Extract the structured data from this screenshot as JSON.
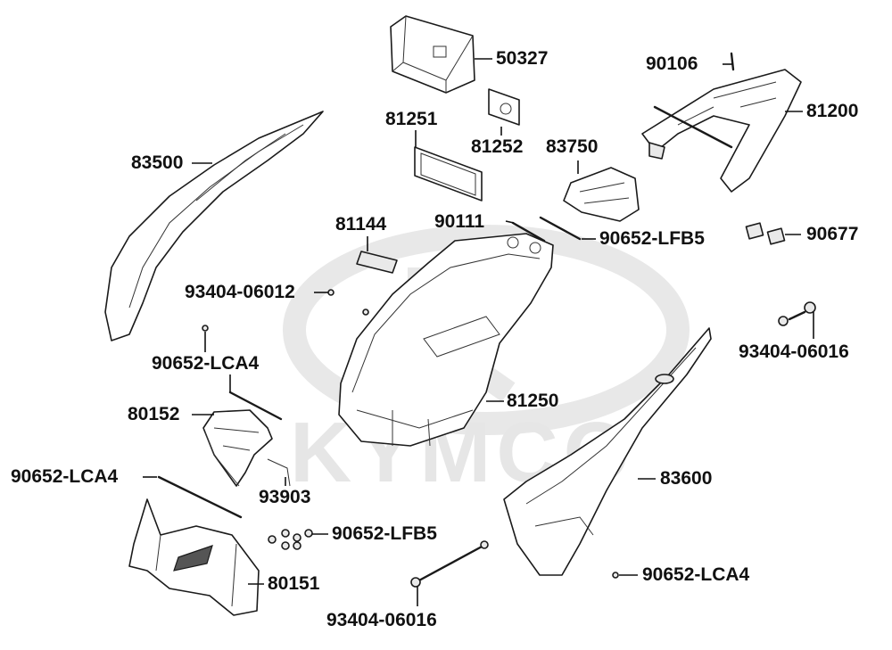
{
  "watermark": {
    "brand": "KYMCO"
  },
  "labels": {
    "p50327": "50327",
    "p90106": "90106",
    "p81200": "81200",
    "p81251": "81251",
    "p81252": "81252",
    "p83750": "83750",
    "p83500": "83500",
    "p81144": "81144",
    "p90111": "90111",
    "p90652_lfb5_top": "90652-LFB5",
    "p90677": "90677",
    "p93404_06012": "93404-06012",
    "p93404_06016_right": "93404-06016",
    "p90652_lca4_mid": "90652-LCA4",
    "p81250": "81250",
    "p80152": "80152",
    "p90652_lca4_left": "90652-LCA4",
    "p93903": "93903",
    "p83600": "83600",
    "p90652_lfb5_bottom": "90652-LFB5",
    "p80151": "80151",
    "p90652_lca4_bottom": "90652-LCA4",
    "p93404_06016_bottom": "93404-06016"
  }
}
